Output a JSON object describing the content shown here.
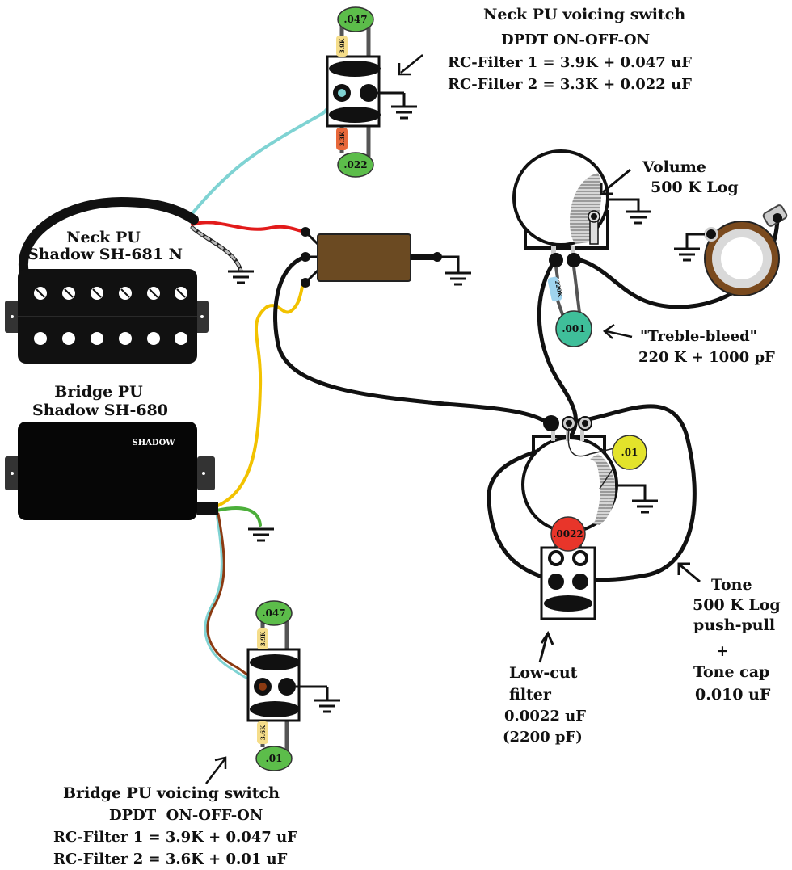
{
  "title": "Guitar wiring diagram with voicing switches",
  "colors": {
    "cap_green": "#5cbd4a",
    "cap_teal": "#3fbf9a",
    "cap_yellow": "#e3e32b",
    "cap_red": "#e8352a",
    "res_tan": "#f5dd8a",
    "res_orange": "#e8683a",
    "res_blue": "#9fd3ee",
    "wire_cyan": "#7fd3d3",
    "wire_red": "#e21b1b",
    "wire_yellow": "#f2c200",
    "wire_green": "#4caf3a",
    "wire_brown": "#8b3a12",
    "jack_brown": "#6b4a22",
    "output_jack_ring": "#7a4a1e"
  },
  "neck_switch": {
    "title": "Neck PU voicing switch",
    "type": "DPDT ON-OFF-ON",
    "filter1": "RC-Filter 1 = 3.9K + 0.047 uF",
    "filter2": "RC-Filter 2 = 3.3K + 0.022 uF",
    "cap_top": ".047",
    "cap_bottom": ".022",
    "res_top": "3.9K",
    "res_bottom": "3.3K"
  },
  "bridge_switch": {
    "title": "Bridge PU voicing switch",
    "type": "DPDT  ON-OFF-ON",
    "filter1": "RC-Filter 1 = 3.9K + 0.047 uF",
    "filter2": "RC-Filter 2 = 3.6K + 0.01 uF",
    "cap_top": ".047",
    "cap_bottom": ".01",
    "res_top": "3.9K",
    "res_bottom": "3.6K"
  },
  "neck_pickup": {
    "line1": "Neck PU",
    "line2": "Shadow SH-681 N"
  },
  "bridge_pickup": {
    "line1": "Bridge PU",
    "line2": "Shadow SH-680",
    "brand": "SHADOW"
  },
  "volume": {
    "line1": "Volume",
    "line2": "500 K Log"
  },
  "treble_bleed": {
    "line1": "\"Treble-bleed\"",
    "line2": "220 K + 1000 pF",
    "cap": ".001",
    "res": "220K"
  },
  "tone": {
    "line1": "Tone",
    "line2": "500 K Log",
    "line3": "push-pull",
    "plus": "+",
    "line4": "Tone cap",
    "line5": "0.010 uF",
    "cap": ".01"
  },
  "low_cut": {
    "line1": "Low-cut",
    "line2": "filter",
    "line3": "0.0022 uF",
    "line4": "(2200 pF)",
    "cap": ".0022"
  }
}
